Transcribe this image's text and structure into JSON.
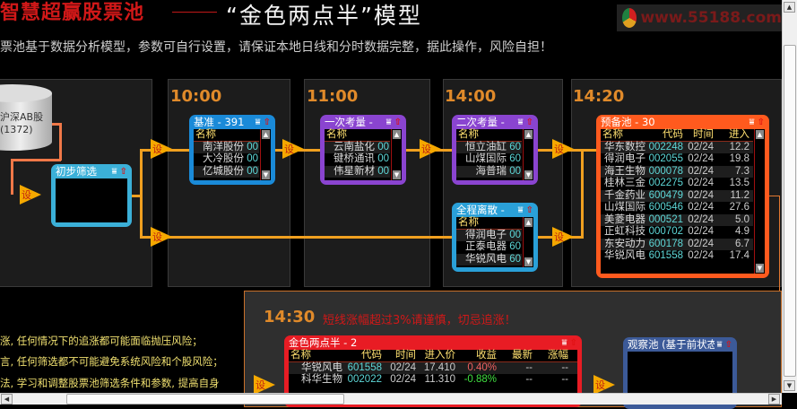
{
  "header": {
    "brand": "智慧超赢股票池",
    "title": "“金色两点半”模型",
    "logo_text": "www.55188.com",
    "subtitle": "股票池基于数据分析模型，参数可自行设置，请保证本地日线和分时数据完整，据此操作，风险自担！"
  },
  "source": {
    "line1": "沪深AB股",
    "line2": "(1372)"
  },
  "times": [
    "10:00",
    "11:00",
    "14:00",
    "14:20",
    "14:30"
  ],
  "set_label": "设",
  "warning": "短线涨幅超过3%请谨慎，切忌追涨！",
  "notes": [
    "涨, 任何情况下的追涨都可能面临抛压风险；",
    "言, 任何筛选都不可能避免系统风险和个股风险；",
    "法, 学习和调整股票池筛选条件和参数, 提高自身"
  ],
  "colors": {
    "base": "#1a8ad8",
    "first": "#8a44d0",
    "second": "#8a44d0",
    "discrete": "#2aa0d8",
    "reserve": "#ff5a1e",
    "golden": "#e81c24",
    "watch": "#3c5a98",
    "initial": "#3bb0d8"
  },
  "boxes": {
    "initial": {
      "title": "初步筛选"
    },
    "base": {
      "title": "基准 - 391",
      "header": "名称",
      "rows": [
        [
          "南洋股份",
          "00"
        ],
        [
          "大冷股份",
          "00"
        ],
        [
          "亿城股份",
          "00"
        ]
      ]
    },
    "first": {
      "title": "一次考量 -",
      "header": "名称",
      "rows": [
        [
          "云南盐化",
          "00"
        ],
        [
          "键桥通讯",
          "00"
        ],
        [
          "伟星新材",
          "00"
        ]
      ]
    },
    "second": {
      "title": "二次考量 -",
      "header": "名称",
      "rows": [
        [
          "恒立油缸",
          "60"
        ],
        [
          "山煤国际",
          "60"
        ],
        [
          "海普瑞",
          "00"
        ]
      ]
    },
    "discrete": {
      "title": "全程离散 -",
      "header": "名称",
      "rows": [
        [
          "得润电子",
          "00"
        ],
        [
          "正泰电器",
          "60"
        ],
        [
          "华锐风电",
          "60"
        ]
      ]
    },
    "reserve": {
      "title": "预备池 - 30",
      "headers": [
        "名称",
        "代码",
        "时间",
        "进入"
      ],
      "rows": [
        [
          "华东数控",
          "002248",
          "02/24",
          "12.2"
        ],
        [
          "得润电子",
          "002055",
          "02/24",
          "19.8"
        ],
        [
          "海王生物",
          "000078",
          "02/24",
          "7.3"
        ],
        [
          "桂林三金",
          "002275",
          "02/24",
          "13.5"
        ],
        [
          "千金药业",
          "600479",
          "02/24",
          "11.2"
        ],
        [
          "山煤国际",
          "600546",
          "02/24",
          "27.6"
        ],
        [
          "美菱电器",
          "000521",
          "02/24",
          "5.0"
        ],
        [
          "正虹科技",
          "000702",
          "02/24",
          "4.9"
        ],
        [
          "东安动力",
          "600178",
          "02/24",
          "6.7"
        ],
        [
          "华锐风电",
          "601558",
          "02/24",
          "17.4"
        ]
      ]
    },
    "golden": {
      "title": "金色两点半 - 2",
      "headers": [
        "名称",
        "代码",
        "时间",
        "进入价",
        "收益",
        "最新",
        "涨幅"
      ],
      "rows": [
        [
          "华锐风电",
          "601558",
          "02/24",
          "17.410",
          "0.40%",
          "--",
          "--"
        ],
        [
          "科华生物",
          "002022",
          "02/24",
          "11.310",
          "-0.88%",
          "--",
          "--"
        ]
      ]
    },
    "watch": {
      "title": "观察池 (基于前状态"
    }
  }
}
